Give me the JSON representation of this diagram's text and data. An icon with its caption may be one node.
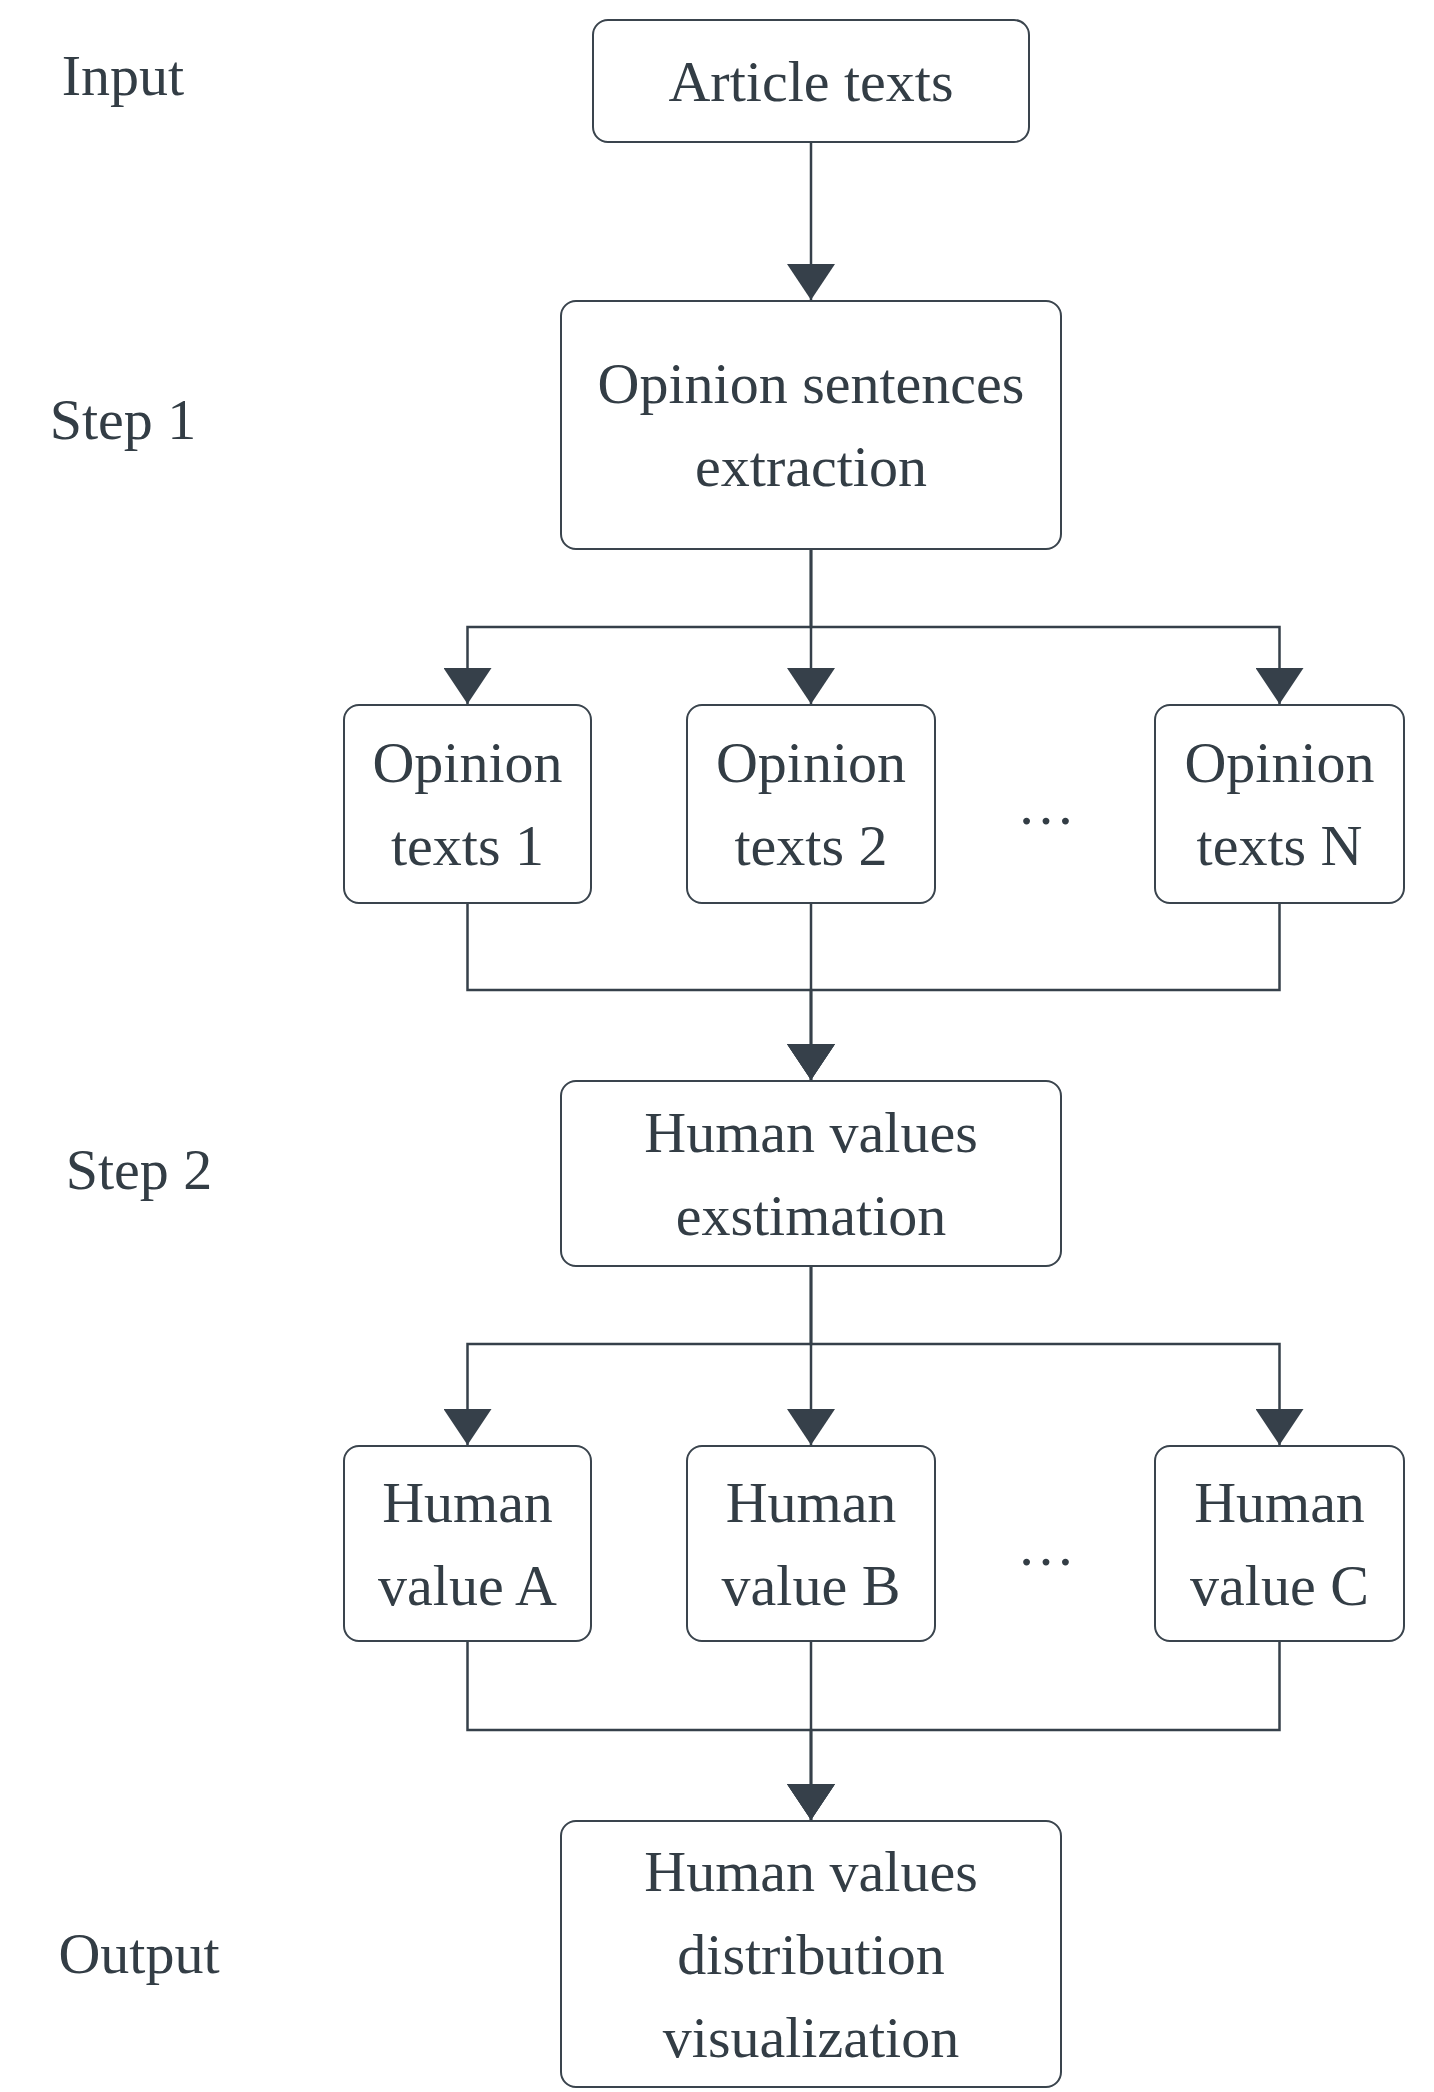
{
  "diagram": {
    "nodes": [
      {
        "text": [
          "Article texts"
        ]
      },
      {
        "text": [
          "Opinion sentences extraction"
        ]
      },
      {
        "text": [
          "Opinion texts 1"
        ]
      },
      {
        "text": [
          "Opinion texts 2"
        ]
      },
      {
        "text": [
          "Opinion texts N"
        ]
      },
      {
        "text": [
          "Human values exstimation"
        ]
      },
      {
        "text": [
          "Human value A"
        ]
      },
      {
        "text": [
          "Human value B"
        ]
      },
      {
        "text": [
          "Human value C"
        ]
      },
      {
        "text": [
          "Human values distribution visualization"
        ]
      }
    ],
    "edges": [
      {
        "from": 0,
        "to": 1,
        "arrow": "to"
      },
      {
        "from": 1,
        "to": 2,
        "arrow": "to"
      },
      {
        "from": 1,
        "to": 3,
        "arrow": "to"
      },
      {
        "from": 1,
        "to": 4,
        "arrow": "to"
      },
      {
        "from": 2,
        "to": 5,
        "arrow": "to"
      },
      {
        "from": 3,
        "to": 5,
        "arrow": "to"
      },
      {
        "from": 4,
        "to": 5,
        "arrow": "to"
      },
      {
        "from": 5,
        "to": 6,
        "arrow": "to"
      },
      {
        "from": 5,
        "to": 7,
        "arrow": "to"
      },
      {
        "from": 5,
        "to": 8,
        "arrow": "to"
      },
      {
        "from": 6,
        "to": 9,
        "arrow": "to"
      },
      {
        "from": 7,
        "to": 9,
        "arrow": "to"
      },
      {
        "from": 8,
        "to": 9,
        "arrow": "to"
      }
    ],
    "labels": [
      "Input",
      "Step 1",
      "…",
      "Step 2",
      "…",
      "Output"
    ]
  }
}
